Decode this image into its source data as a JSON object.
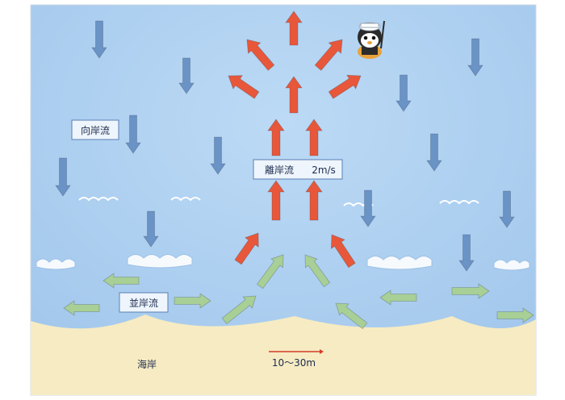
{
  "diagram": {
    "labels": {
      "onshore_current": "向岸流",
      "rip_current": "離岸流",
      "rip_speed": "2m/s",
      "longshore_current": "並岸流",
      "shore": "海岸",
      "scale": "10〜30m"
    },
    "colors": {
      "sea": "#a9cdee",
      "sand": "#f6ebc2",
      "rip_arrow": "#e8573a",
      "onshore_arrow": "#6a93c6",
      "longshore_arrow": "#a8cf95",
      "label_box_border": "#5b7fb3",
      "scale_line": "#d33b2a"
    },
    "icons": [
      "lifeguard-mascot-icon"
    ]
  }
}
